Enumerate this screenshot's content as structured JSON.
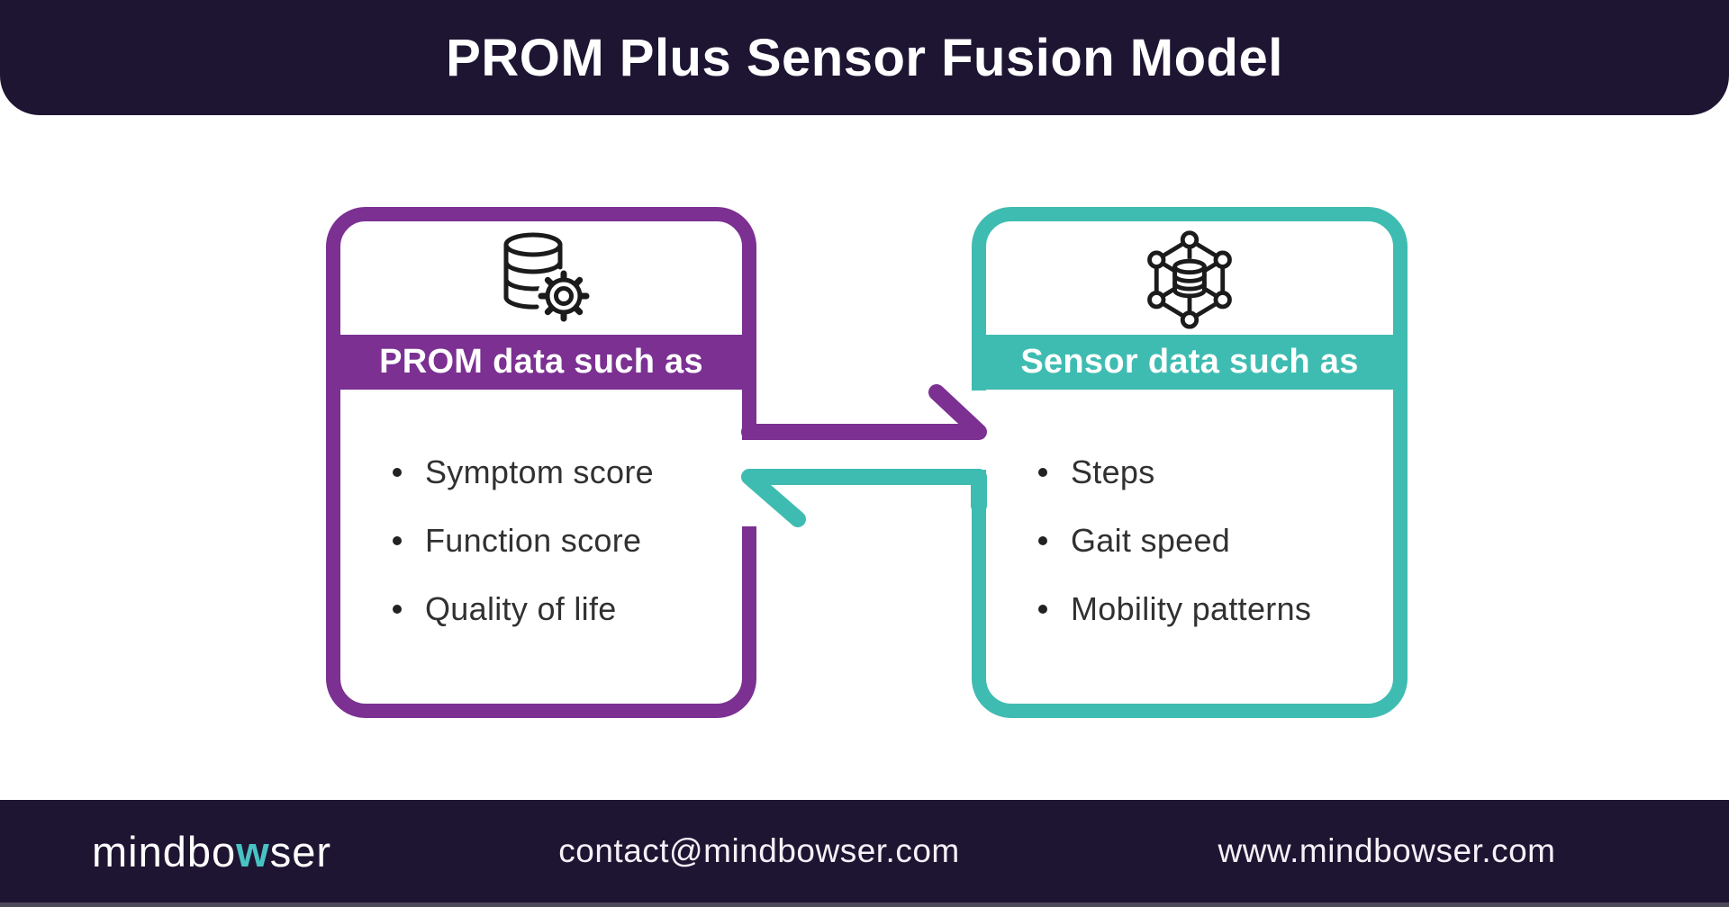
{
  "header": {
    "title": "PROM Plus Sensor Fusion Model"
  },
  "diagram": {
    "left_box": {
      "header": "PROM data such as",
      "icon": "database-gear-icon",
      "accent_color": "#7B3092",
      "items": [
        "Symptom score",
        "Function score",
        "Quality of life"
      ]
    },
    "right_box": {
      "header": "Sensor data such as",
      "icon": "network-data-icon",
      "accent_color": "#3FBCB1",
      "items": [
        "Steps",
        "Gait speed",
        "Mobility patterns"
      ]
    },
    "arrows": [
      {
        "name": "prom-to-sensor-arrow",
        "direction": "right",
        "color": "#7B3092"
      },
      {
        "name": "sensor-to-prom-arrow",
        "direction": "left",
        "color": "#3FBCB1"
      }
    ]
  },
  "footer": {
    "logo": {
      "prefix": "mindbo",
      "accent": "w",
      "suffix": "ser"
    },
    "email": "contact@mindbowser.com",
    "website": "www.mindbowser.com"
  },
  "colors": {
    "navy": "#1E1533",
    "purple": "#7B3092",
    "teal": "#3FBCB1",
    "logo_accent": "#49C2C3",
    "body_text": "#313131"
  }
}
